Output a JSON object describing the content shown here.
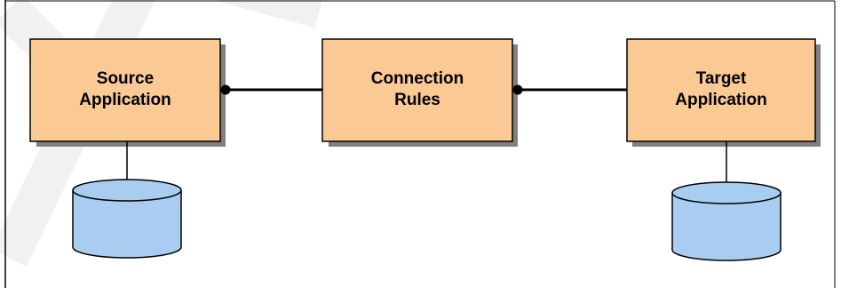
{
  "boxes": {
    "source": {
      "line1": "Source",
      "line2": "Application"
    },
    "rules": {
      "line1": "Connection",
      "line2": "Rules"
    },
    "target": {
      "line1": "Target",
      "line2": "Application"
    }
  },
  "colors": {
    "box_fill": "#fbc993",
    "box_shadow": "#808080",
    "database_fill": "#a9cdf0",
    "watermark": "#f1f1f1",
    "line": "#000000",
    "frame": "#000000"
  },
  "icons": [
    "source-database-icon",
    "target-database-icon"
  ]
}
